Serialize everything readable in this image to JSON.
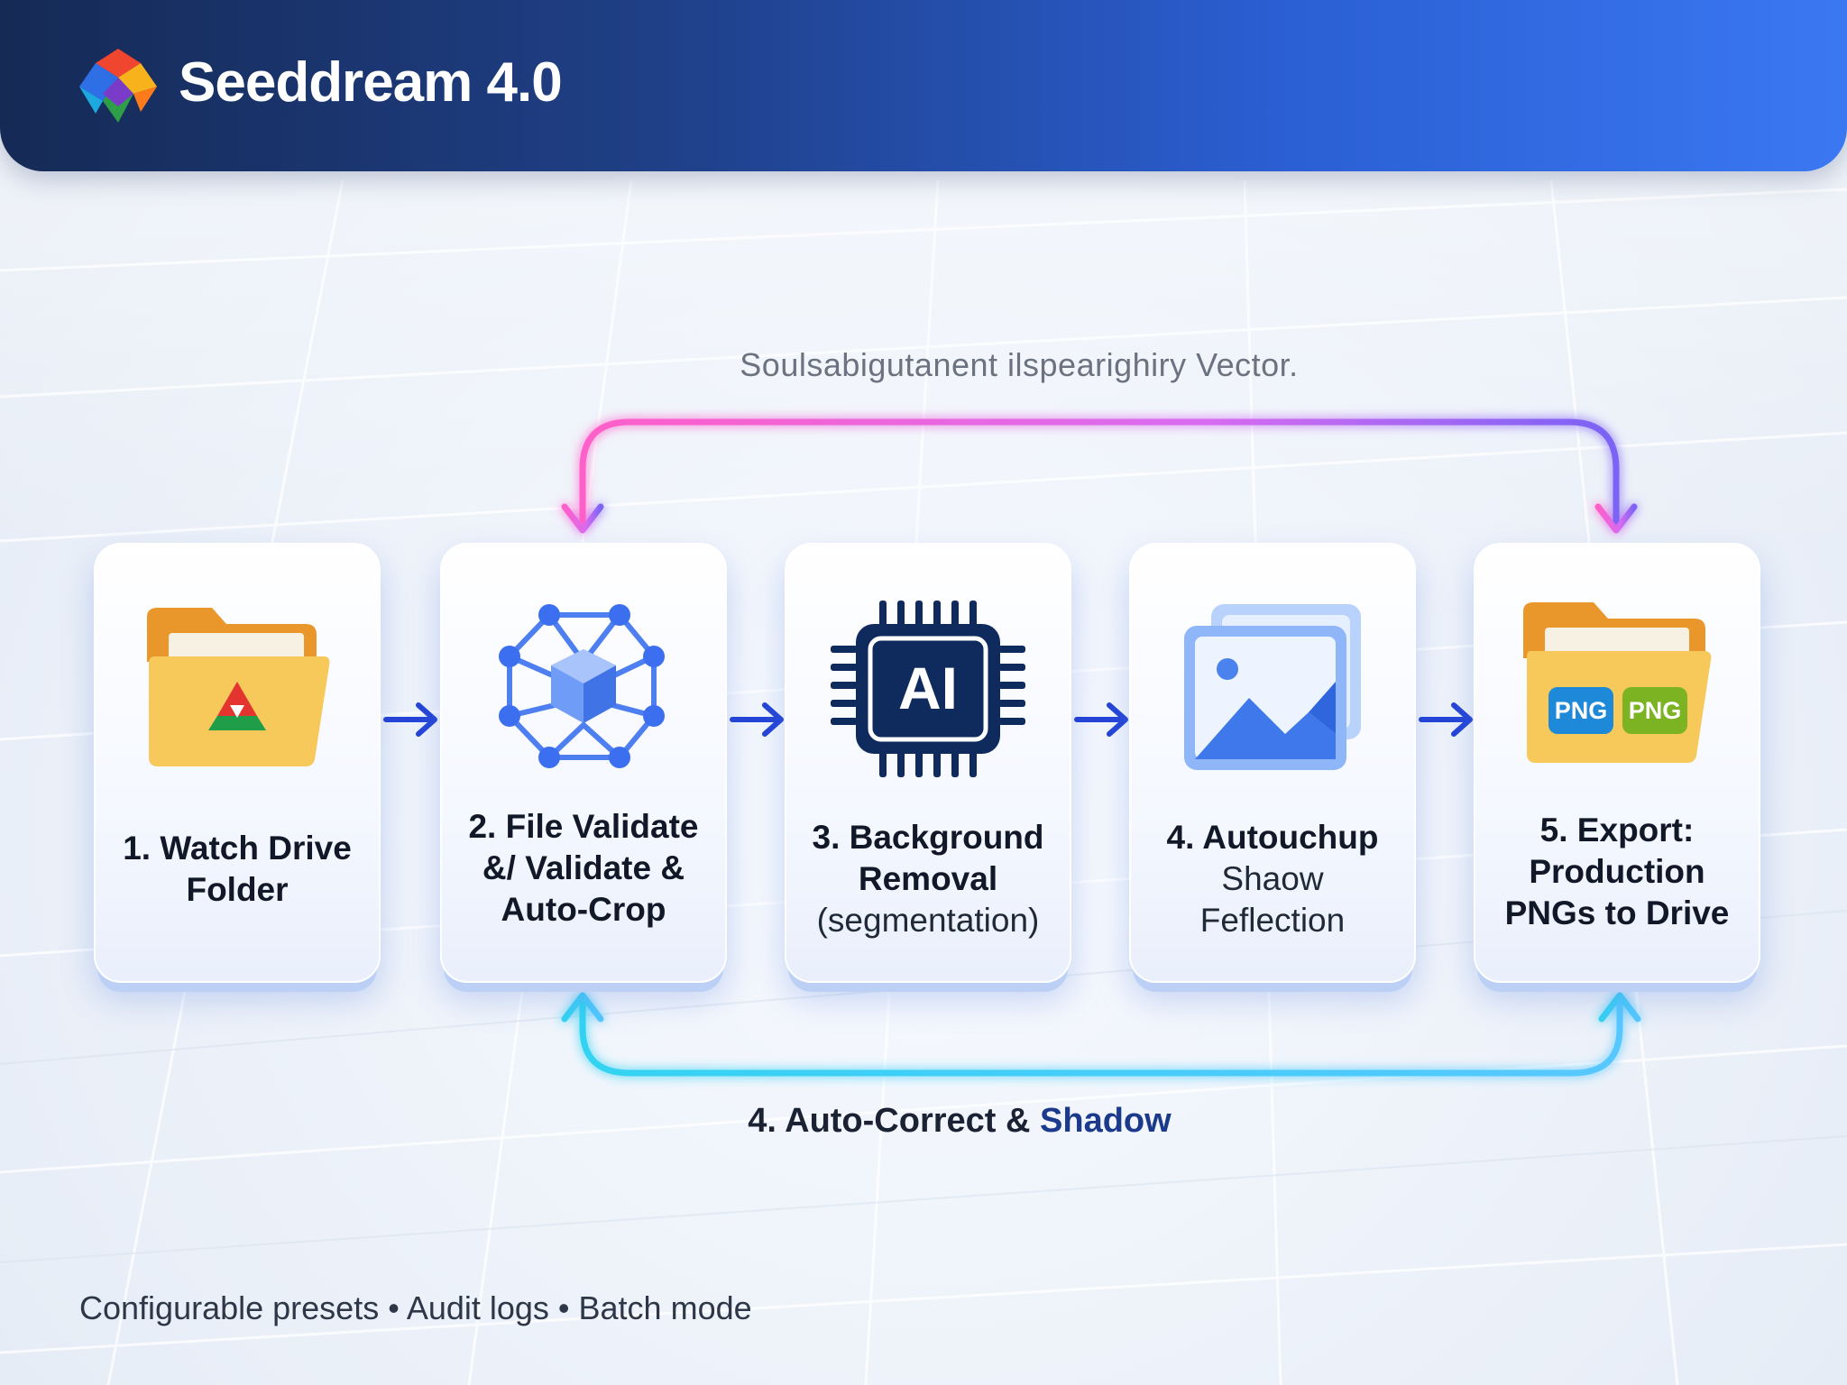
{
  "header": {
    "brand": "Seeddream 4.0",
    "logo_icon": "colorful-diamond-logo-icon",
    "gradient": [
      "#152a55",
      "#3a78f2"
    ]
  },
  "subtitle": "Soulsabigutanent ilspearighiry Vector.",
  "steps": [
    {
      "icon": "drive-folder-icon",
      "label_line1": "1. Watch Drive",
      "label_line2": "Folder"
    },
    {
      "icon": "cube-network-icon",
      "label_line1": "2. File Validate",
      "label_line2": "&/ Validate &",
      "label_line3": "Auto-Crop"
    },
    {
      "icon": "ai-chip-icon",
      "chip_text": "AI",
      "label_line1": "3. Background",
      "label_line2": "Removal",
      "label_line3": "(segmentation)"
    },
    {
      "icon": "image-gallery-icon",
      "label_line1": "4. Autouchup",
      "label_line2": "Shaow",
      "label_line3": "Feflection"
    },
    {
      "icon": "png-folder-icon",
      "badge1": "PNG",
      "badge2": "PNG",
      "label_line1": "5. Export:",
      "label_line2": "Production",
      "label_line3": "PNGs to Drive"
    }
  ],
  "loop_caption": {
    "prefix": "4. Auto-Correct & ",
    "accent": "Shadow"
  },
  "footer": "Configurable presets • Audit logs • Batch mode",
  "colors": {
    "top_loop": [
      "#ff5fc8",
      "#8b6cf7"
    ],
    "bottom_loop": [
      "#3ad8f5",
      "#57c8ff"
    ],
    "step_arrow": "#2444d6",
    "chip": "#0f2a5c"
  }
}
